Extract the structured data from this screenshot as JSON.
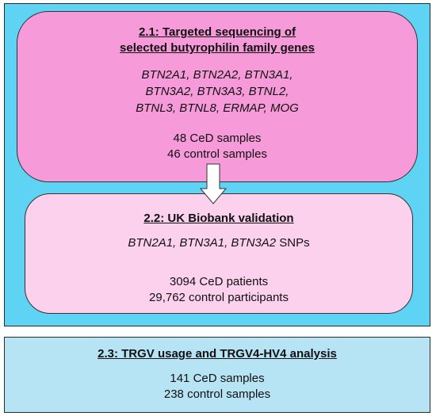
{
  "section_1": {
    "title_line1": "2.1: Targeted sequencing of",
    "title_line2": "selected butyrophilin family genes",
    "genes_line1": "BTN2A1, BTN2A2, BTN3A1,",
    "genes_line2": "BTN3A2, BTN3A3, BTNL2,",
    "genes_line3": "BTNL3, BTNL8, ERMAP, MOG",
    "samples_ced": "48 CeD samples",
    "samples_control": "46 control samples",
    "color": "#f79ad9"
  },
  "section_2": {
    "title": "2.2: UK Biobank validation",
    "genes": "BTN2A1, BTN3A1, BTN3A2",
    "genes_suffix": " SNPs",
    "patients_ced": "3094 CeD patients",
    "participants_control": "29,762 control participants",
    "color": "#fbd1ee"
  },
  "section_3": {
    "title": "2.3: TRGV usage and TRGV4-HV4 analysis",
    "samples_ced": "141 CeD samples",
    "samples_control": "238 control samples",
    "color": "#b7e4f5"
  },
  "outer_panel_color": "#5fd3f3"
}
